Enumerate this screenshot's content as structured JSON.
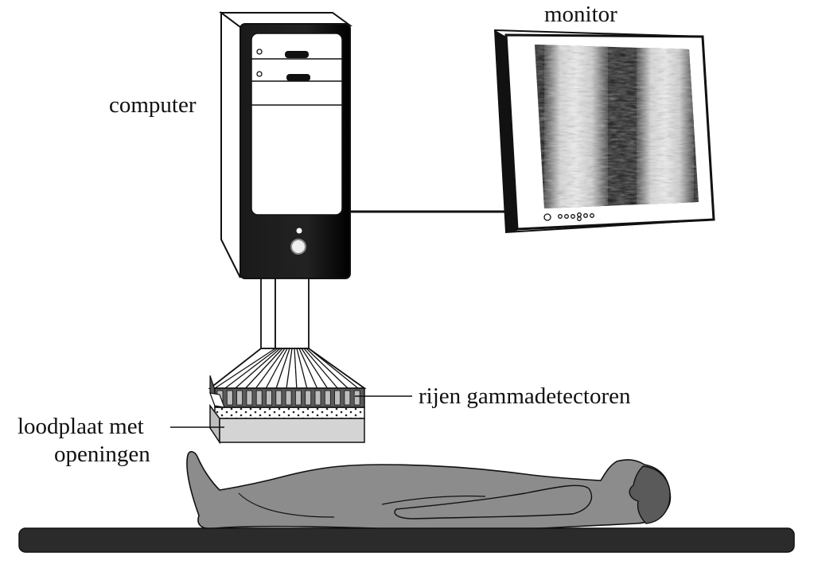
{
  "labels": {
    "computer": "computer",
    "monitor": "monitor",
    "detectors": "rijen gammadetectoren",
    "plate_line1": "loodplaat met",
    "plate_line2": "openingen"
  },
  "icons": {
    "computer": "computer-tower-icon",
    "monitor": "monitor-icon",
    "detector": "gamma-detector-array-icon",
    "plate": "lead-plate-icon",
    "patient": "patient-silhouette-icon",
    "table": "examination-table-icon"
  },
  "colors": {
    "ink": "#111111",
    "patient_fill": "#8c8c8c",
    "head_fill": "#5a5a5a",
    "plate_fill": "#d4d4d4",
    "table_fill": "#2b2b2b"
  }
}
